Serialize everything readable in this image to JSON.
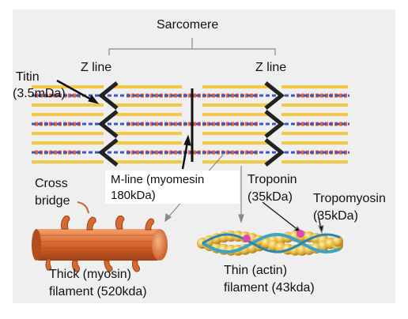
{
  "labels": {
    "sarcomere": "Sarcomere",
    "z_line_left": "Z line",
    "z_line_right": "Z line",
    "titin_line1": "Titin",
    "titin_line2": "(3.5mDa)",
    "mline_line1": "M-line (myomesin",
    "mline_line2": "180kDa)",
    "troponin_line1": "Troponin",
    "troponin_line2": "(35kDa)",
    "tropomyosin_line1": "Tropomyosin",
    "tropomyosin_line2": "(35kDa)",
    "crossbridge_line1": "Cross",
    "crossbridge_line2": "bridge",
    "thick_line1": "Thick (myosin)",
    "thick_line2": "filament (520kda)",
    "thin_line1": "Thin (actin)",
    "thin_line2": "filament (43kda)"
  },
  "colors": {
    "panel": "#efefef",
    "thick_filament": "#e8622d",
    "thin_filament": "#f4c842",
    "titin": "#3a55c8",
    "z_line": "#222222",
    "actin_bead": "#e3b43a",
    "tropomyosin_strand": "#3aa3c9",
    "troponin": "#e04ab0",
    "myosin_body": "#d86a30"
  }
}
